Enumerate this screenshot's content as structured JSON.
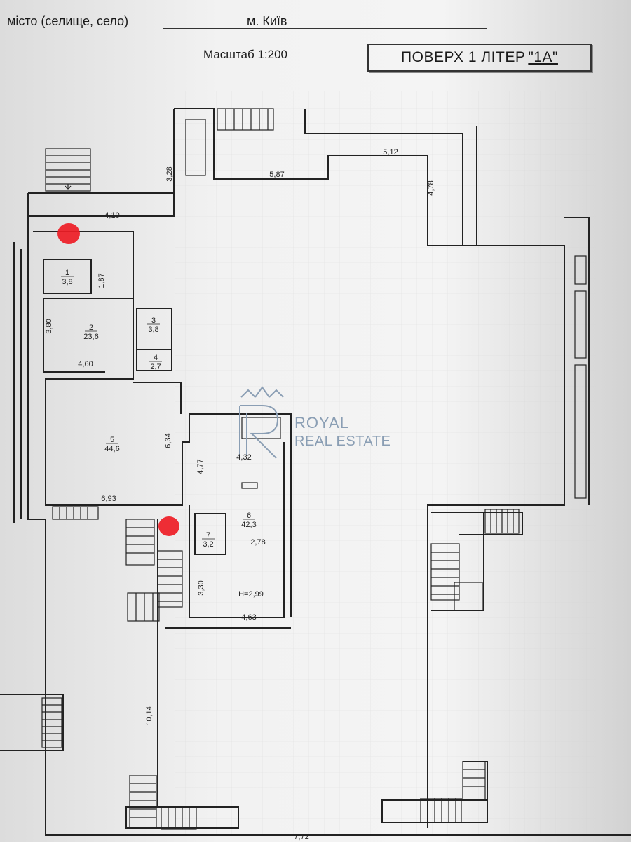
{
  "header": {
    "location_label": "місто (селище, село)",
    "location_value": "м. Київ",
    "scale": "Масштаб 1:200",
    "floor_label": "ПОВЕРХ 1 ЛІТЕР",
    "floor_letter": "\"1А\""
  },
  "rooms": [
    {
      "number": "1",
      "area": "3,8"
    },
    {
      "number": "2",
      "area": "23,6"
    },
    {
      "number": "3",
      "area": "3,8"
    },
    {
      "number": "4",
      "area": "2,7"
    },
    {
      "number": "5",
      "area": "44,6"
    },
    {
      "number": "6",
      "area": "42,3"
    },
    {
      "number": "7",
      "area": "3,2"
    }
  ],
  "dimensions": [
    "3,28",
    "5,87",
    "5,12",
    "4,78",
    "4,10",
    "1,87",
    "3,80",
    "4,60",
    "6,34",
    "4,77",
    "6,93",
    "2,78",
    "3,30",
    "H=2,99",
    "4,63",
    "10,14",
    "7,72",
    "4,32"
  ],
  "watermark": {
    "name": "ROYAL",
    "subtitle": "REAL ESTATE"
  },
  "colors": {
    "marker": "#ee1c25",
    "watermark": "#8a9eb4",
    "line": "#222222"
  }
}
